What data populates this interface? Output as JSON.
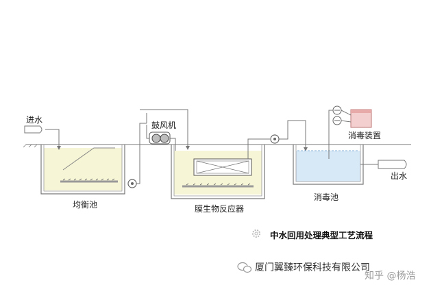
{
  "labels": {
    "inlet": "进水",
    "equalization_tank": "均衡池",
    "blower": "鼓风机",
    "mbr": "膜生物反应器",
    "disinfection_device": "消毒装置",
    "disinfection_tank": "消毒池",
    "outlet": "出水"
  },
  "title": "中水回用处理典型工艺流程",
  "footer": "厦门翼臻环保科技有限公司",
  "watermark": "知乎 @杨浩"
}
